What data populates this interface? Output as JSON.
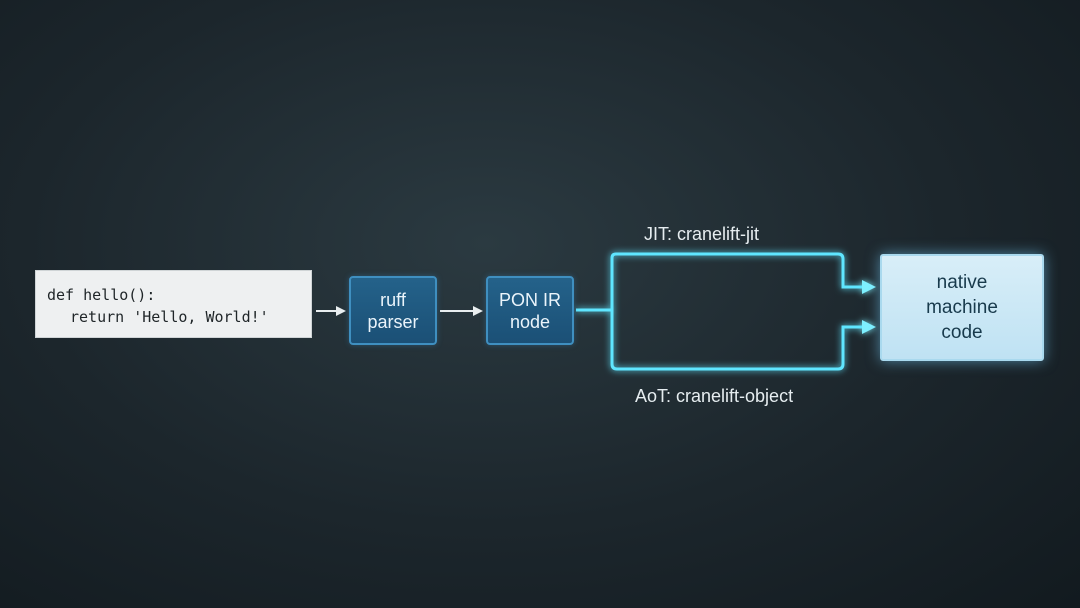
{
  "diagram": {
    "code": {
      "line1": "def hello():",
      "line2": "return 'Hello, World!'"
    },
    "nodes": {
      "ruff": {
        "line1": "ruff",
        "line2": "parser"
      },
      "pon": {
        "line1": "PON IR",
        "line2": "node"
      },
      "native": {
        "line1": "native",
        "line2": "machine",
        "line3": "code"
      }
    },
    "edges": {
      "jit_label": "JIT: cranelift-jit",
      "aot_label": "AoT: cranelift-object"
    },
    "colors": {
      "background": "#1c262c",
      "node_fill": "#1f5a80",
      "node_border": "#3f8fc0",
      "glow_wire": "#5fe6ff",
      "native_fill": "#c9e8f6",
      "arrow_white": "#e9eef0"
    }
  }
}
